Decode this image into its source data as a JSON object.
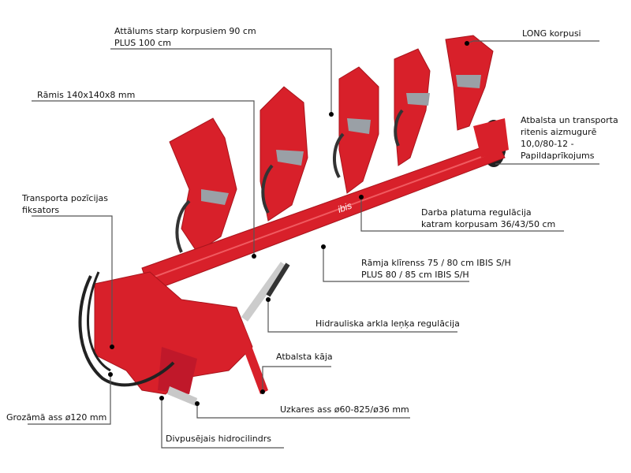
{
  "colors": {
    "plow_red": "#d8202a",
    "dark_red": "#a8141c",
    "line": "#555555"
  },
  "callouts": {
    "spacing": {
      "line1": "Attālums starp korpusiem 90 cm",
      "line2": "PLUS 100 cm"
    },
    "long_bodies": {
      "line1": "LONG korpusi"
    },
    "frame": {
      "line1": "Rāmis 140x140x8 mm"
    },
    "wheel": {
      "line1": "Atbalsta un transporta",
      "line2": "ritenis aizmugurē",
      "line3": "10,0/80-12 -",
      "line4": "Papildaprīkojums"
    },
    "width_adjust": {
      "line1": "Darba platuma regulācija",
      "line2": "katram korpusam 36/43/50 cm"
    },
    "clearance": {
      "line1": "Rāmja klīrenss 75 / 80 cm IBIS S/H",
      "line2": "PLUS 80 / 85 cm IBIS S/H"
    },
    "transport_lock": {
      "line1": "Transporta pozīcijas",
      "line2": "fiksators"
    },
    "angle_adjust": {
      "line1": "Hidrauliska arkla leņķa regulācija"
    },
    "support_leg": {
      "line1": "Atbalsta kāja"
    },
    "hitch_axle": {
      "line1": "Uzkares ass ø60-825/ø36 mm"
    },
    "turn_axle": {
      "line1": "Grozāmā ass ø120 mm"
    },
    "double_cylinder": {
      "line1": "Divpusējais hidrocilindrs"
    }
  },
  "brand_text": "ibis"
}
